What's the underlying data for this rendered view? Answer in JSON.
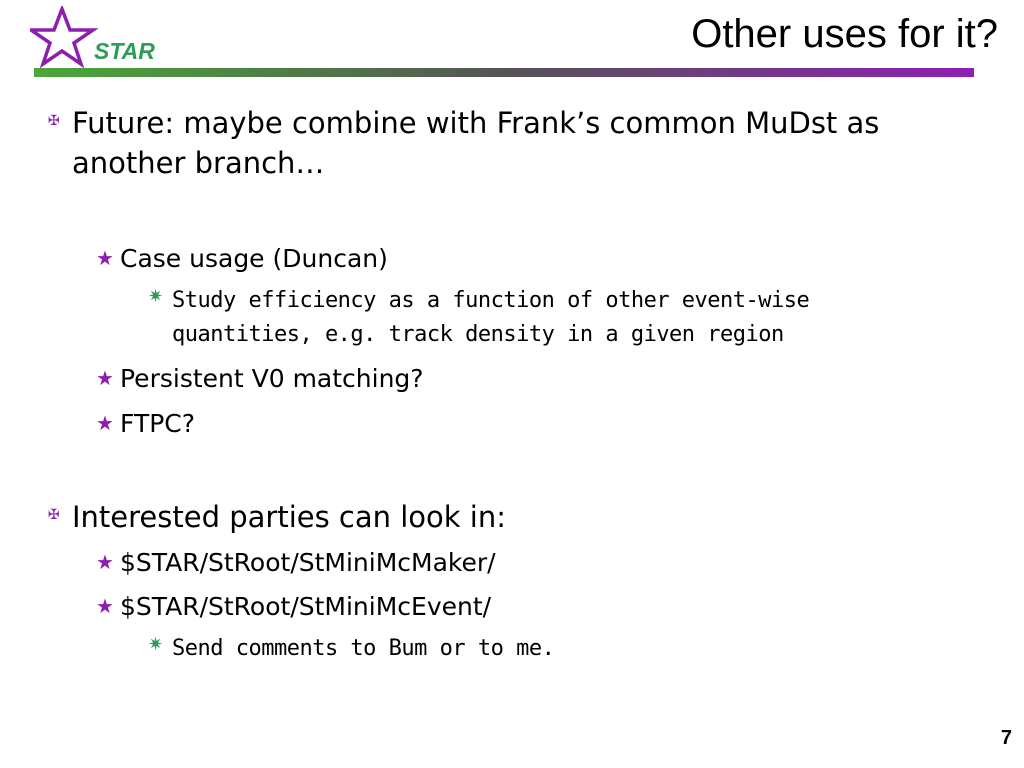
{
  "logo": {
    "text": "STAR",
    "icon": "star-outline-icon",
    "star_color": "#8a1fb0",
    "text_color": "#2e9b57"
  },
  "slide": {
    "title": "Other uses for it?",
    "page_number": "7",
    "accent_colors": {
      "purple": "#8a1fb0",
      "green": "#2e9b57"
    },
    "bullets": [
      {
        "text": "Future: maybe combine with Frank’s common MuDst as another branch…",
        "children": [
          {
            "text": "Case usage (Duncan)",
            "children": [
              {
                "text": "Study efficiency as a function of other event-wise quantities, e.g. track density in a given region"
              }
            ]
          },
          {
            "text": "Persistent V0 matching?"
          },
          {
            "text": "FTPC?"
          }
        ]
      },
      {
        "text": "Interested parties can look in:",
        "children": [
          {
            "text": "$STAR/StRoot/StMiniMcMaker/"
          },
          {
            "text": "$STAR/StRoot/StMiniMcEvent/",
            "children": [
              {
                "text": "Send comments to Bum or to me."
              }
            ]
          }
        ]
      }
    ]
  }
}
